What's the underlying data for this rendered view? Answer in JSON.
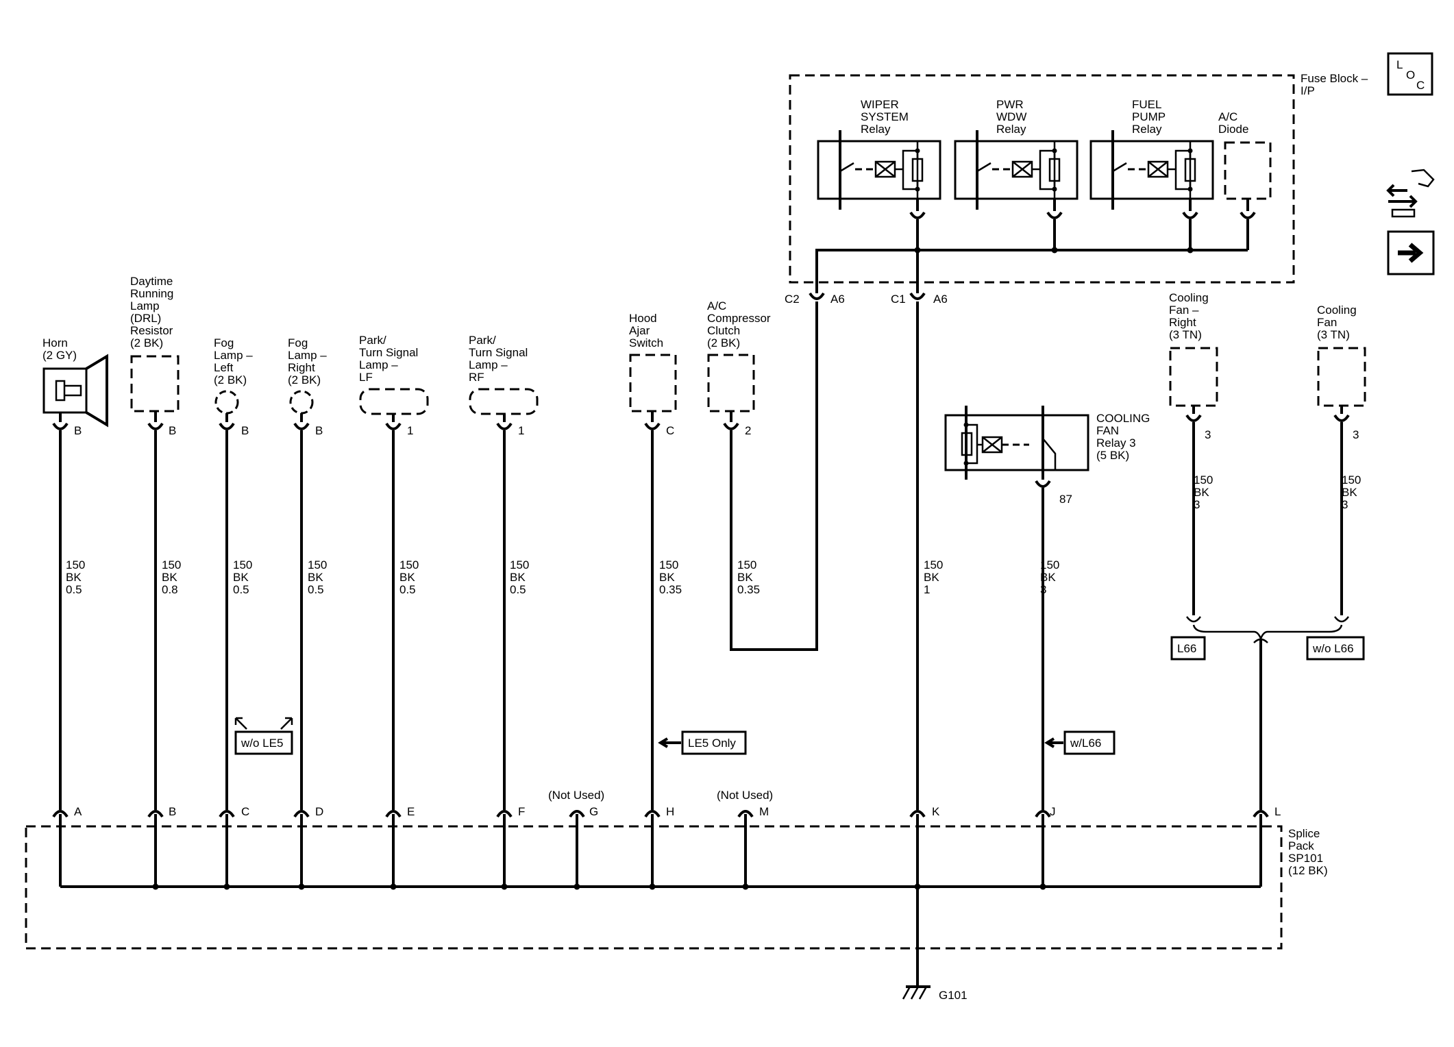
{
  "fuse_block": {
    "title_1": "Fuse Block –",
    "title_2": "I/P"
  },
  "relays": [
    {
      "line1": "WIPER",
      "line2": "SYSTEM",
      "line3": "Relay"
    },
    {
      "line1": "PWR",
      "line2": "WDW",
      "line3": "Relay"
    },
    {
      "line1": "FUEL",
      "line2": "PUMP",
      "line3": "Relay"
    }
  ],
  "ac_diode": {
    "line1": "A/C",
    "line2": "Diode"
  },
  "loc_icon": {
    "l": "L",
    "o": "O",
    "c": "C"
  },
  "connectors_top": {
    "c2": "C2",
    "c2_pin": "A6",
    "c1": "C1",
    "c1_pin": "A6"
  },
  "components": [
    {
      "lines": [
        "Horn",
        "(2 GY)"
      ],
      "pin": "B",
      "wire": [
        "150",
        "BK",
        "0.5"
      ],
      "splice_pin": "A"
    },
    {
      "lines": [
        "Daytime",
        "Running",
        "Lamp",
        "(DRL)",
        "Resistor",
        "(2 BK)"
      ],
      "pin": "B",
      "wire": [
        "150",
        "BK",
        "0.8"
      ],
      "splice_pin": "B"
    },
    {
      "lines": [
        "Fog",
        "Lamp –",
        "Left",
        "(2 BK)"
      ],
      "pin": "B",
      "wire": [
        "150",
        "BK",
        "0.5"
      ],
      "splice_pin": "C"
    },
    {
      "lines": [
        "Fog",
        "Lamp –",
        "Right",
        "(2 BK)"
      ],
      "pin": "B",
      "wire": [
        "150",
        "BK",
        "0.5"
      ],
      "splice_pin": "D"
    },
    {
      "lines": [
        "Park/",
        "Turn Signal",
        "Lamp –",
        "LF"
      ],
      "pin": "1",
      "wire": [
        "150",
        "BK",
        "0.5"
      ],
      "splice_pin": "E"
    },
    {
      "lines": [
        "Park/",
        "Turn Signal",
        "Lamp –",
        "RF"
      ],
      "pin": "1",
      "wire": [
        "150",
        "BK",
        "0.5"
      ],
      "splice_pin": "F"
    },
    {
      "lines": [
        "Hood",
        "Ajar",
        "Switch"
      ],
      "pin": "C",
      "wire": [
        "150",
        "BK",
        "0.35"
      ],
      "splice_pin": "H"
    },
    {
      "lines": [
        "A/C",
        "Compressor",
        "Clutch",
        "(2 BK)"
      ],
      "pin": "2",
      "wire": [
        "150",
        "BK",
        "0.35"
      ]
    }
  ],
  "ground_wire": {
    "wire": [
      "150",
      "BK",
      "1"
    ],
    "splice_pin": "K"
  },
  "cooling_fan_relay": {
    "lines": [
      "COOLING",
      "FAN",
      "Relay 3",
      "(5 BK)"
    ],
    "pin": "87",
    "wire": [
      "150",
      "BK",
      "3"
    ],
    "splice_pin": "J"
  },
  "cooling_fan_right": {
    "lines": [
      "Cooling",
      "Fan –",
      "Right",
      "(3 TN)"
    ],
    "pin": "3",
    "wire": [
      "150",
      "BK",
      "3"
    ]
  },
  "cooling_fan": {
    "lines": [
      "Cooling",
      "Fan",
      "(3 TN)"
    ],
    "pin": "3",
    "wire": [
      "150",
      "BK",
      "3"
    ]
  },
  "options": {
    "l66": "L66",
    "wo_l66": "w/o L66",
    "wo_le5": "w/o LE5",
    "le5_only": "LE5 Only",
    "w_l66": "w/L66"
  },
  "splice_pins_unused": [
    {
      "pin": "G",
      "note": "(Not Used)"
    },
    {
      "pin": "M",
      "note": "(Not Used)"
    }
  ],
  "splice_l_pin": "L",
  "splice_pack": {
    "lines": [
      "Splice",
      "Pack",
      "SP101",
      "(12 BK)"
    ]
  },
  "ground": {
    "label": "G101"
  }
}
